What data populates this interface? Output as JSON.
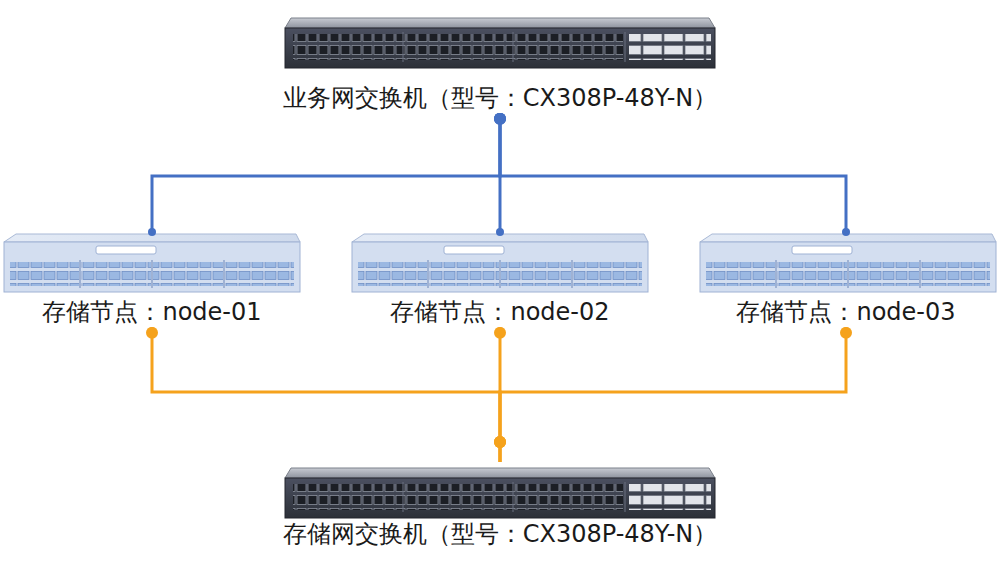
{
  "diagram": {
    "nodes": [
      {
        "text": [
          "业务网交换机（型号：CX308P-48Y-N）"
        ]
      },
      {
        "text": [
          "存储节点：node-01"
        ]
      },
      {
        "text": [
          "存储节点：node-02"
        ]
      },
      {
        "text": [
          "存储节点：node-03"
        ]
      },
      {
        "text": [
          "存储网交换机（型号：CX308P-48Y-N）"
        ]
      }
    ],
    "edges": [
      {
        "from": 0,
        "to": 1,
        "arrow": "none"
      },
      {
        "from": 0,
        "to": 2,
        "arrow": "none"
      },
      {
        "from": 0,
        "to": 3,
        "arrow": "none"
      },
      {
        "from": 1,
        "to": 4,
        "arrow": "none"
      },
      {
        "from": 2,
        "to": 4,
        "arrow": "none"
      },
      {
        "from": 3,
        "to": 4,
        "arrow": "none"
      }
    ]
  }
}
